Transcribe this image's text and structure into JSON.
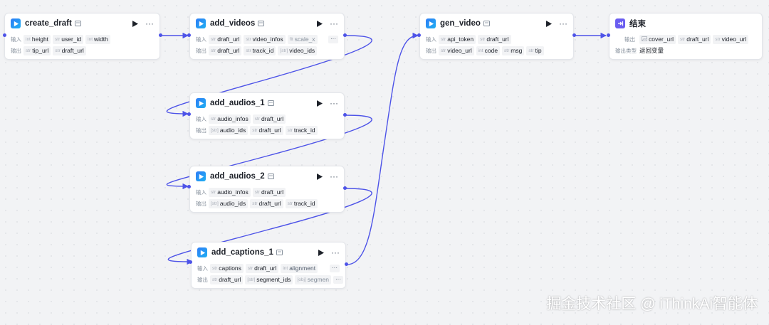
{
  "nodes": {
    "create_draft": {
      "title": "create_draft",
      "inputs_label": "输入",
      "outputs_label": "输出",
      "inputs": [
        {
          "type": "int",
          "name": "height"
        },
        {
          "type": "str",
          "name": "user_id"
        },
        {
          "type": "int",
          "name": "width"
        }
      ],
      "outputs": [
        {
          "type": "str",
          "name": "tip_url"
        },
        {
          "type": "str",
          "name": "draft_url"
        }
      ]
    },
    "add_videos": {
      "title": "add_videos",
      "inputs_label": "输入",
      "outputs_label": "输出",
      "inputs": [
        {
          "type": "str",
          "name": "draft_url"
        },
        {
          "type": "str",
          "name": "video_infos"
        },
        {
          "type": "flt",
          "name": "scale_x"
        }
      ],
      "outputs": [
        {
          "type": "str",
          "name": "draft_url"
        },
        {
          "type": "str",
          "name": "track_id"
        },
        {
          "type": "[str]",
          "name": "video_ids"
        }
      ],
      "more": "···"
    },
    "add_audios_1": {
      "title": "add_audios_1",
      "inputs_label": "输入",
      "outputs_label": "输出",
      "inputs": [
        {
          "type": "str",
          "name": "audio_infos"
        },
        {
          "type": "str",
          "name": "draft_url"
        }
      ],
      "outputs": [
        {
          "type": "[str]",
          "name": "audio_ids"
        },
        {
          "type": "str",
          "name": "draft_url"
        },
        {
          "type": "str",
          "name": "track_id"
        }
      ]
    },
    "add_audios_2": {
      "title": "add_audios_2",
      "inputs_label": "输入",
      "outputs_label": "输出",
      "inputs": [
        {
          "type": "str",
          "name": "audio_infos"
        },
        {
          "type": "str",
          "name": "draft_url"
        }
      ],
      "outputs": [
        {
          "type": "[str]",
          "name": "audio_ids"
        },
        {
          "type": "str",
          "name": "draft_url"
        },
        {
          "type": "str",
          "name": "track_id"
        }
      ]
    },
    "add_captions_1": {
      "title": "add_captions_1",
      "inputs_label": "输入",
      "outputs_label": "输出",
      "inputs": [
        {
          "type": "str",
          "name": "captions"
        },
        {
          "type": "str",
          "name": "draft_url"
        },
        {
          "type": "int",
          "name": "alignment"
        }
      ],
      "outputs": [
        {
          "type": "str",
          "name": "draft_url"
        },
        {
          "type": "[str]",
          "name": "segment_ids"
        },
        {
          "type": "[obj]",
          "name": "segmen"
        }
      ],
      "more": "···"
    },
    "gen_video": {
      "title": "gen_video",
      "inputs_label": "输入",
      "outputs_label": "输出",
      "inputs": [
        {
          "type": "str",
          "name": "api_token"
        },
        {
          "type": "str",
          "name": "draft_url"
        }
      ],
      "outputs": [
        {
          "type": "str",
          "name": "video_url"
        },
        {
          "type": "int",
          "name": "code"
        },
        {
          "type": "str",
          "name": "msg"
        },
        {
          "type": "str",
          "name": "tip"
        }
      ]
    },
    "end": {
      "title": "结束",
      "outputs_label": "输出",
      "answer_label": "输出类型",
      "outputs": [
        {
          "type": "img",
          "name": "cover_url"
        },
        {
          "type": "str",
          "name": "draft_url"
        },
        {
          "type": "str",
          "name": "video_url"
        }
      ],
      "answer_value": "返回变量"
    }
  },
  "watermark": "掘金技术社区 @ iThinkAi智能体",
  "colors": {
    "edge": "#4d53e8",
    "plugin_icon": "#2e7cf6",
    "end_icon": "#6a5df0"
  }
}
